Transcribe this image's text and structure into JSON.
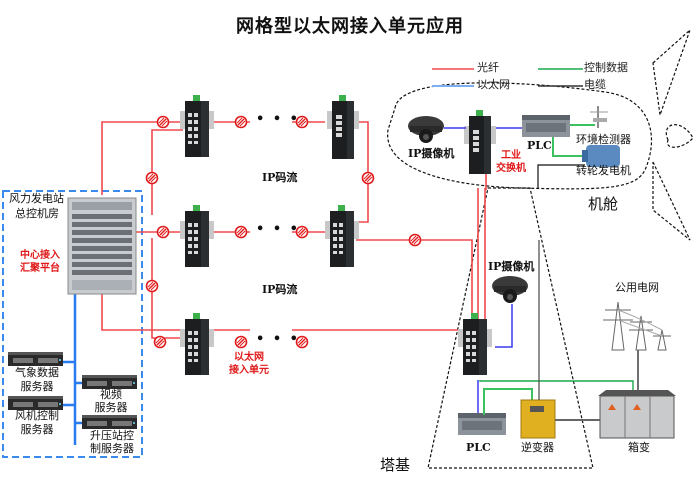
{
  "title": "网格型以太网接入单元应用",
  "legend": {
    "items": [
      {
        "label": "光纤",
        "color": "#f0484c"
      },
      {
        "label": "以太网",
        "color": "#7aaef0"
      },
      {
        "label": "控制数据",
        "color": "#1aa84a"
      },
      {
        "label": "电缆",
        "color": "#333333"
      }
    ]
  },
  "control_room": {
    "label_line1": "风力发电站",
    "label_line2": "总控机房",
    "core_label_line1": "中心接入",
    "core_label_line2": "汇聚平台",
    "servers": [
      {
        "line1": "气象数据",
        "line2": "服务器"
      },
      {
        "line1": "风机控制",
        "line2": "服务器"
      },
      {
        "line1": "视频",
        "line2": "服务器"
      },
      {
        "line1": "升压站控",
        "line2": "制服务器"
      }
    ]
  },
  "ring": {
    "stream_label_top": "IP码流",
    "stream_label_bottom": "IP码流",
    "access_unit_line1": "以太网",
    "access_unit_line2": "接入单元",
    "ellipsis": "• • •"
  },
  "nacelle": {
    "label": "机舱",
    "camera": "IP摄像机",
    "switch_line1": "工业",
    "switch_line2": "交换机",
    "plc": "PLC",
    "env_monitor": "环境检测器",
    "generator": "转轮发电机"
  },
  "tower_base": {
    "label": "塔基",
    "camera": "IP摄像机",
    "plc": "PLC",
    "inverter": "逆变器"
  },
  "grid": {
    "public_grid": "公用电网",
    "box_transformer": "箱变"
  }
}
